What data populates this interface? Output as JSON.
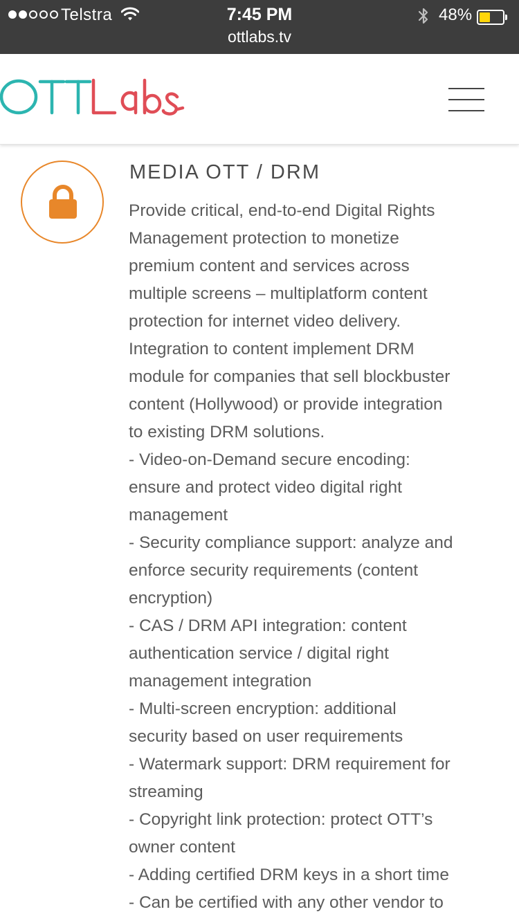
{
  "status_bar": {
    "carrier": "Telstra",
    "signal_bars_filled": 2,
    "signal_bars_total": 5,
    "time": "7:45 PM",
    "battery_percent_label": "48%",
    "battery_level": 0.48,
    "url": "ottlabs.tv"
  },
  "header": {
    "logo_text": "OTTLabs",
    "logo_colors": {
      "ott": "#2cb5b0",
      "labs": "#e04d56"
    }
  },
  "section": {
    "icon": "lock-icon",
    "accent_color": "#e8872a",
    "title": "MEDIA OTT / DRM",
    "lines": [
      "Provide critical, end-to-end Digital Rights",
      "Management protection to monetize",
      "premium content and services across",
      "multiple screens – multiplatform content",
      "protection for internet video delivery.",
      "Integration to content implement DRM",
      "module for companies that sell blockbuster",
      "content (Hollywood) or provide integration",
      "to existing DRM solutions.",
      "- Video-on-Demand secure encoding:",
      "ensure and protect video digital right",
      "management",
      "- Security compliance support: analyze and",
      "enforce security requirements (content",
      "encryption)",
      "- CAS / DRM API integration: content",
      "authentication service / digital right",
      "management integration",
      "- Multi-screen encryption: additional",
      "security based on user requirements",
      "- Watermark support: DRM requirement for",
      "streaming",
      "- Copyright link protection: protect OTT’s",
      "owner content",
      "- Adding certified DRM keys in a short time",
      "- Can be certified with any other vendor to"
    ]
  }
}
